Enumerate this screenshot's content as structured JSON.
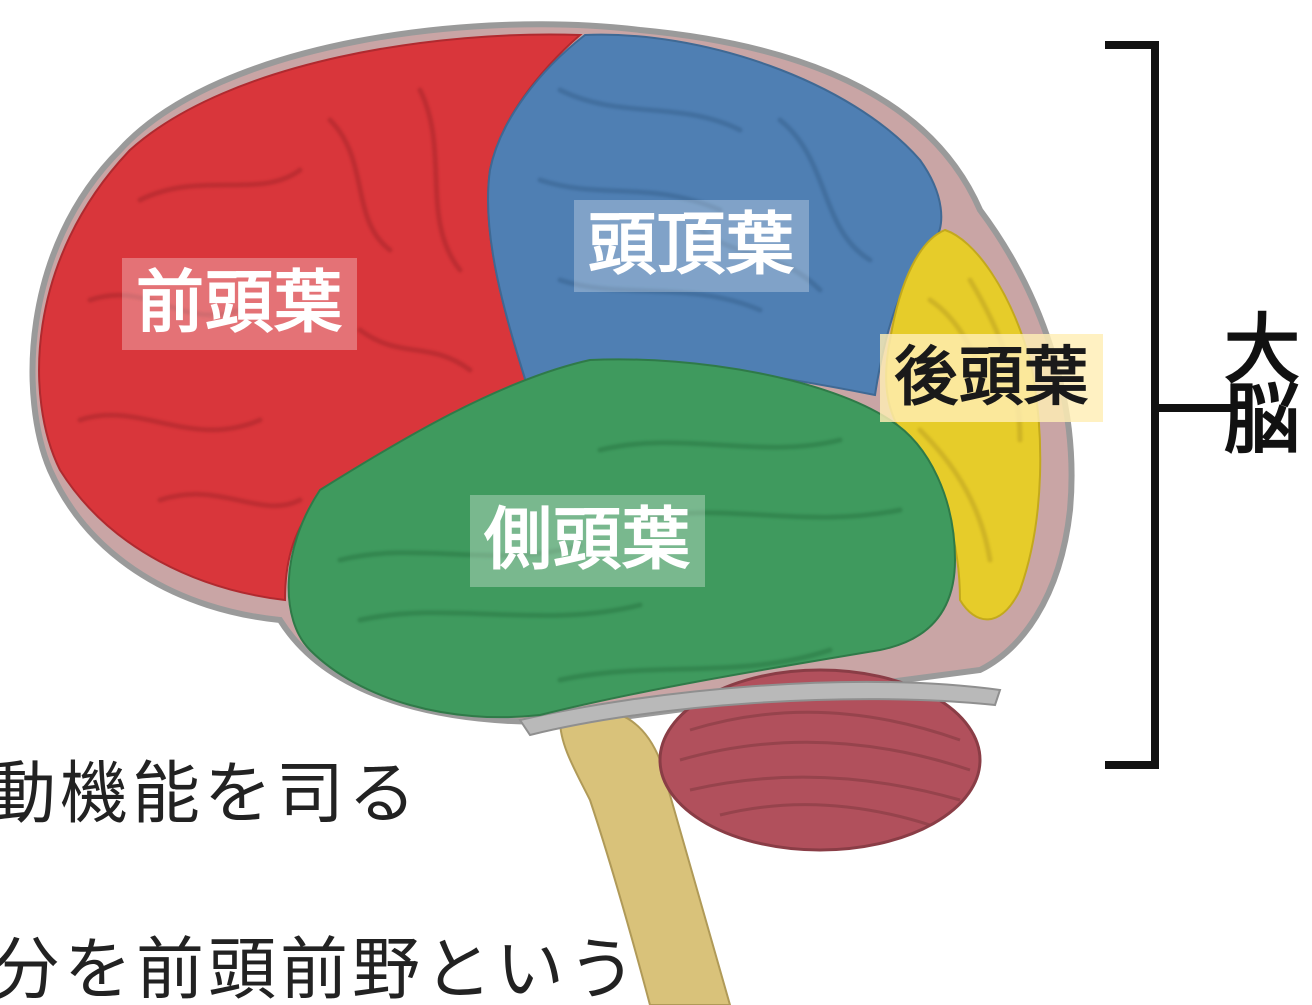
{
  "labels": {
    "frontal": "前頭葉",
    "parietal": "頭頂葉",
    "occipital": "後頭葉",
    "temporal": "側頭葉",
    "cerebrum": "大脳"
  },
  "notes": {
    "line1": "動機能を司る",
    "line2": "分を前頭前野という"
  },
  "colors": {
    "frontal": "#d9363b",
    "parietal": "#4f7fb3",
    "occipital": "#e6cc2a",
    "temporal": "#3f9a5e",
    "cerebellum": "#b1505c",
    "brainstem": "#d9c27a"
  }
}
